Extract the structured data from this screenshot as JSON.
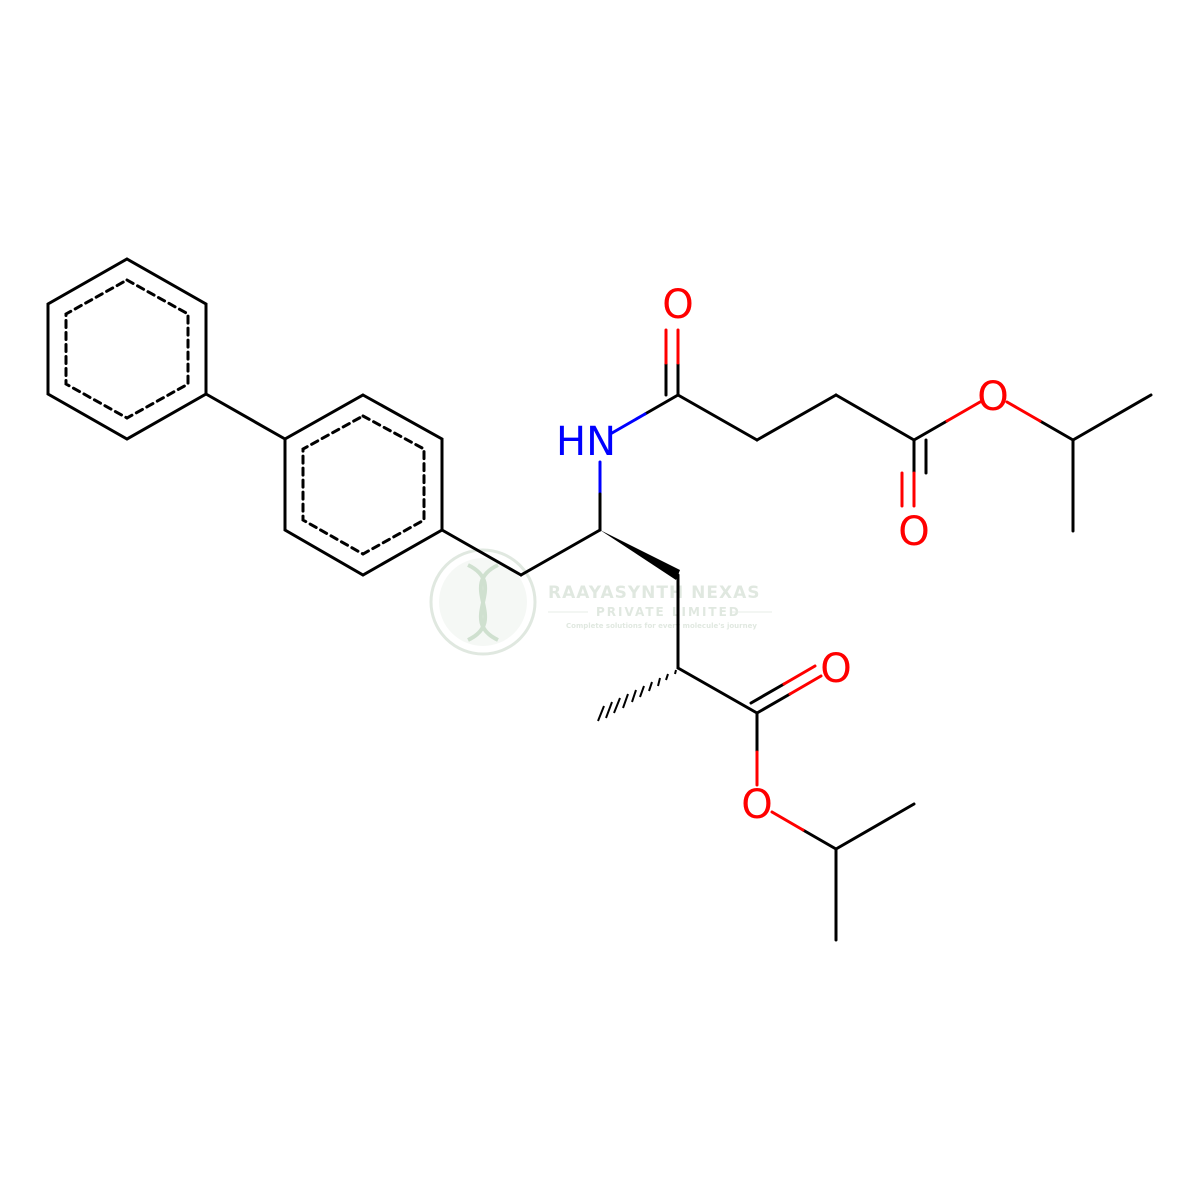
{
  "atoms": {
    "amide_n": "HN",
    "amide_o": "O",
    "ester1_o_single": "O",
    "ester1_o_double": "O",
    "ester2_o_double": "O",
    "ester2_o_single": "O"
  },
  "colors": {
    "bond": "#000000",
    "nitrogen": "#0000ff",
    "oxygen": "#ff0000",
    "watermark": "#c8d6c8"
  },
  "watermark": {
    "company": "RAAYASYNTH NEXAS",
    "subtitle": "PRIVATE LIMITED",
    "tagline": "Complete solutions for every molecule's journey"
  }
}
